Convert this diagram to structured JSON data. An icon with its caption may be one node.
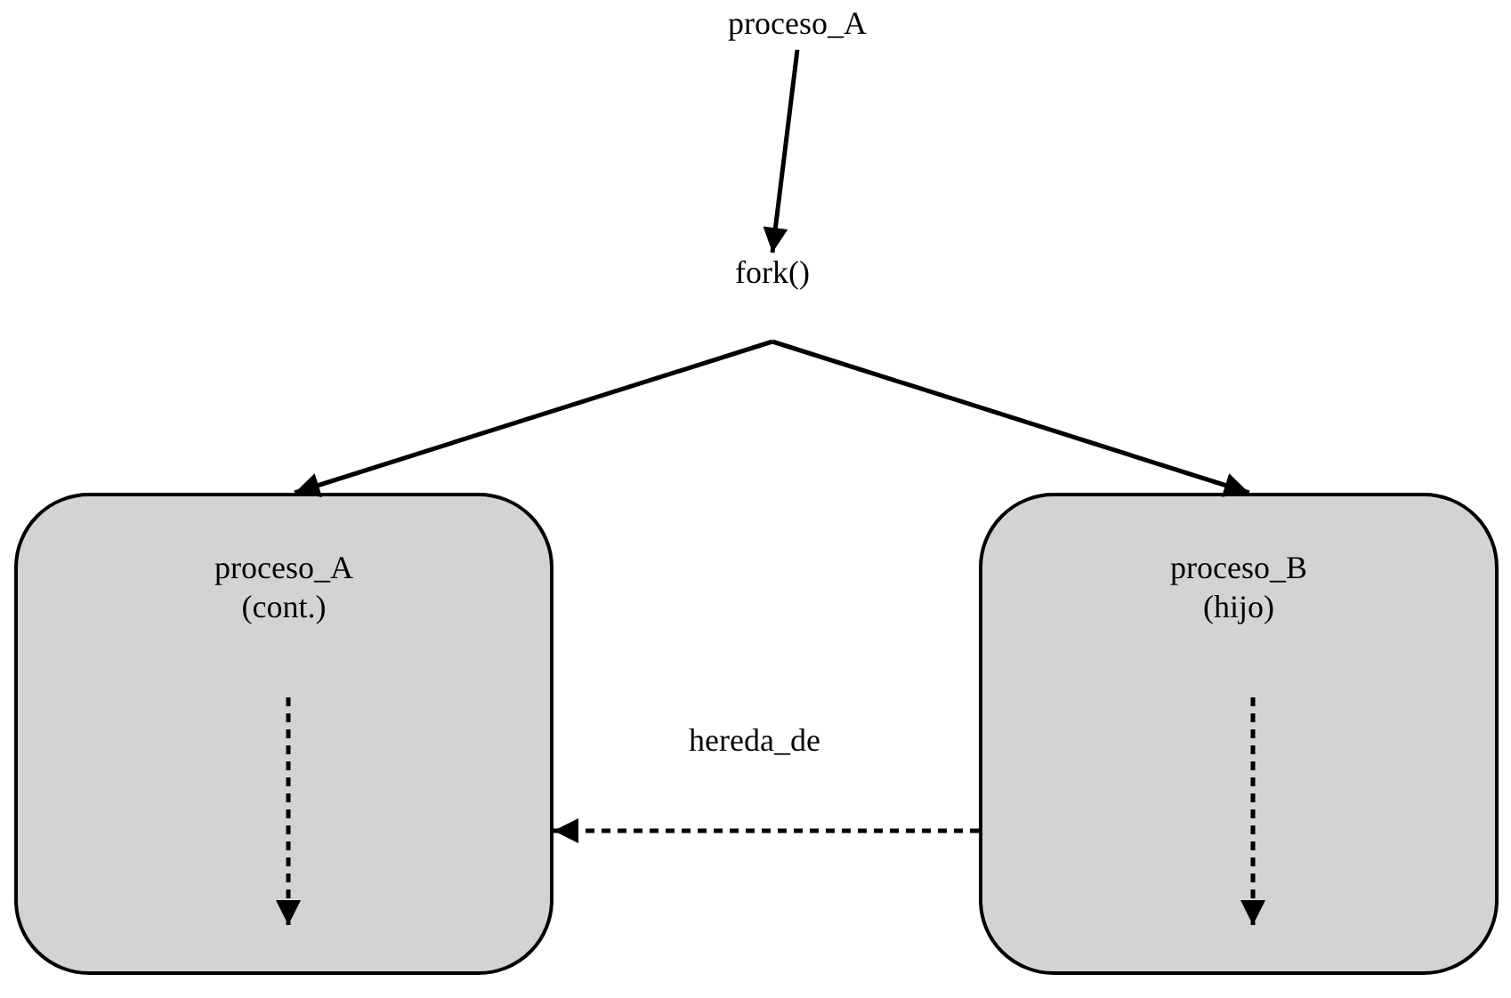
{
  "diagram": {
    "nodes": [
      {
        "text": [
          "proceso_A"
        ]
      },
      {
        "text": [
          "fork()"
        ]
      },
      {
        "text": [
          "proceso_A (cont.)"
        ]
      },
      {
        "text": [
          "proceso_B (hijo)"
        ]
      }
    ],
    "edges": [
      {
        "from": 0,
        "to": 1,
        "arrow": "to"
      },
      {
        "from": 1,
        "to": 2,
        "arrow": "to"
      },
      {
        "from": 1,
        "to": 3,
        "arrow": "to"
      },
      {
        "from": 3,
        "to": 2,
        "arrow": "to",
        "label": "hereda_de",
        "style": "dashed"
      }
    ]
  }
}
